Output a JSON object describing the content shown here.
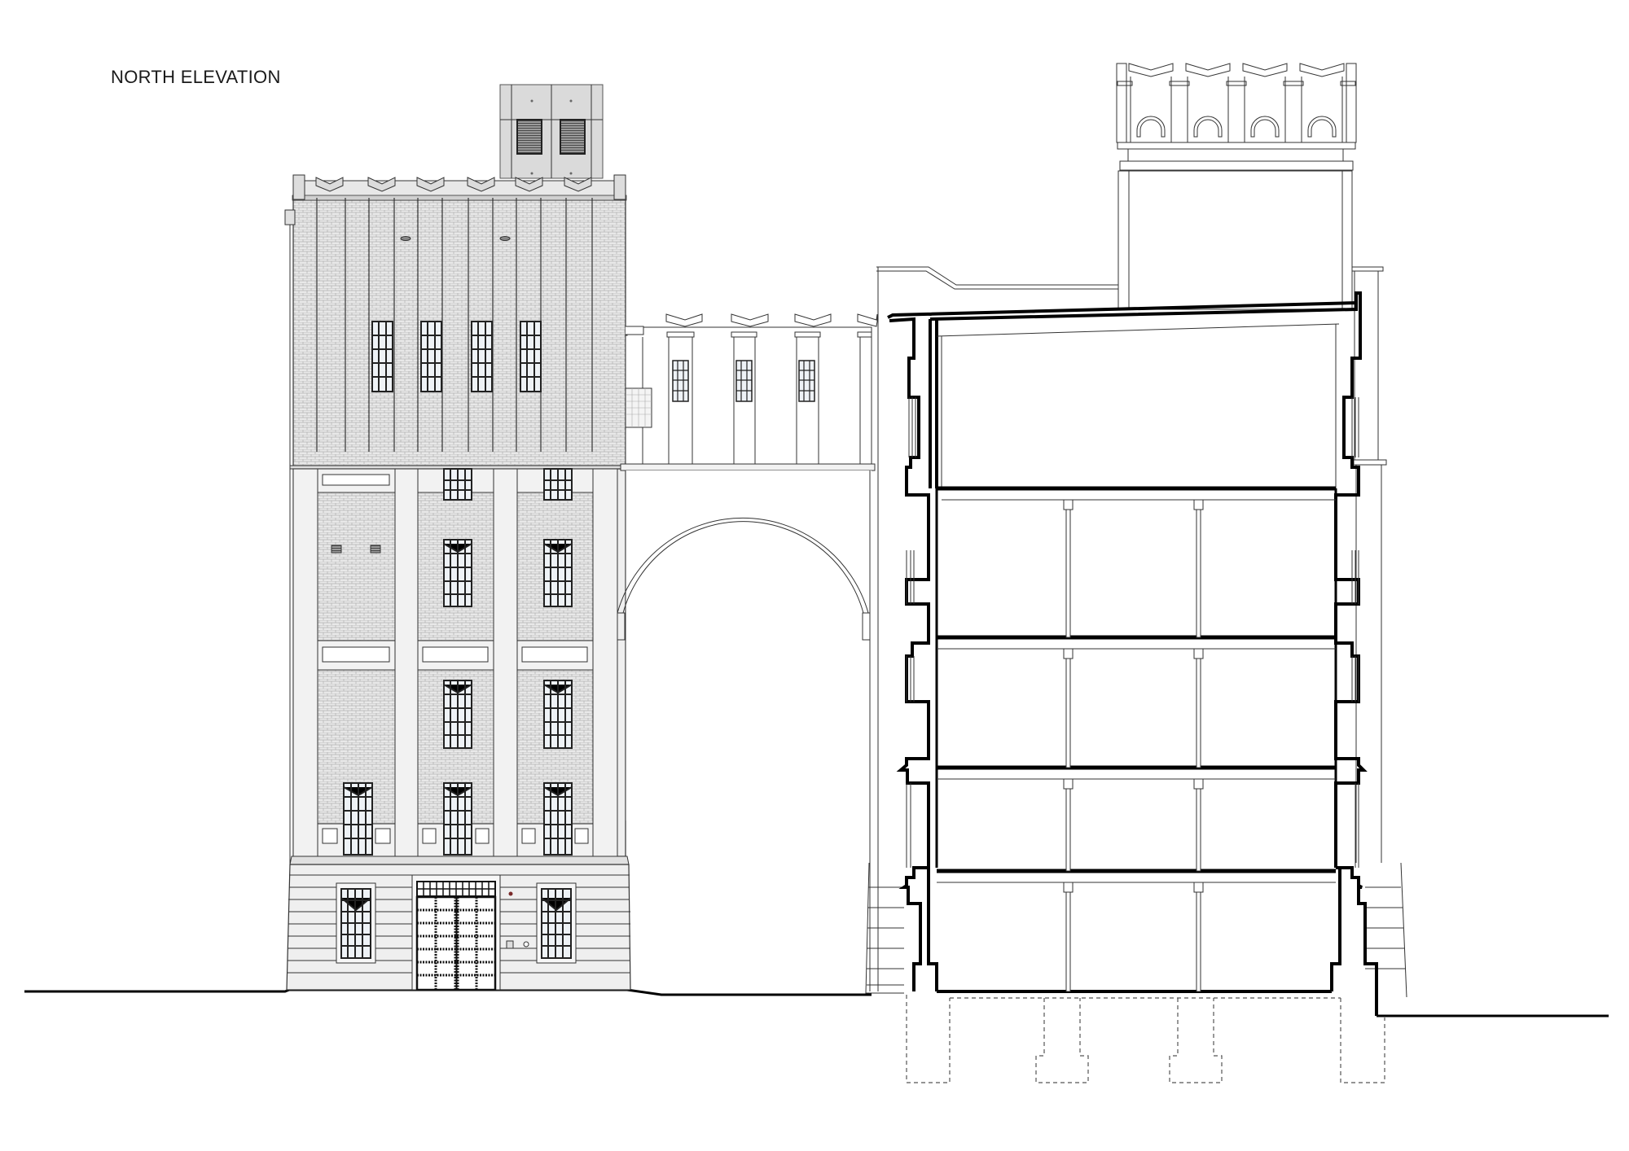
{
  "drawing": {
    "title": "NORTH ELEVATION",
    "type": "architectural elevation / section",
    "colors": {
      "background": "#ffffff",
      "line": "#333333",
      "cut_line": "#000000",
      "stone_fill": "#ececec",
      "brick_fill": "#e4e4e4",
      "glass_fill": "#eef2f6",
      "roof_box_fill": "#dadada"
    }
  },
  "elements": {
    "left_tower": {
      "label": "brick tower with crenellated parapet",
      "upper_windows": 4,
      "pilasters": 6,
      "roof_box_louvres": 2
    },
    "lower_block": {
      "label": "stone base with three bays",
      "window_rows": 3,
      "ground_windows": 2,
      "entrance_door": "double gridded door with transom"
    },
    "bridge": {
      "label": "arched connecting wing",
      "windows": 3,
      "parapet_chevrons": 4
    },
    "section": {
      "label": "building section",
      "floors": 5,
      "columns_per_floor": 2,
      "foundations": "dashed footing outlines"
    },
    "rear_tower": {
      "label": "background tower with arched openings",
      "arches": 4,
      "chevrons": 4
    }
  }
}
